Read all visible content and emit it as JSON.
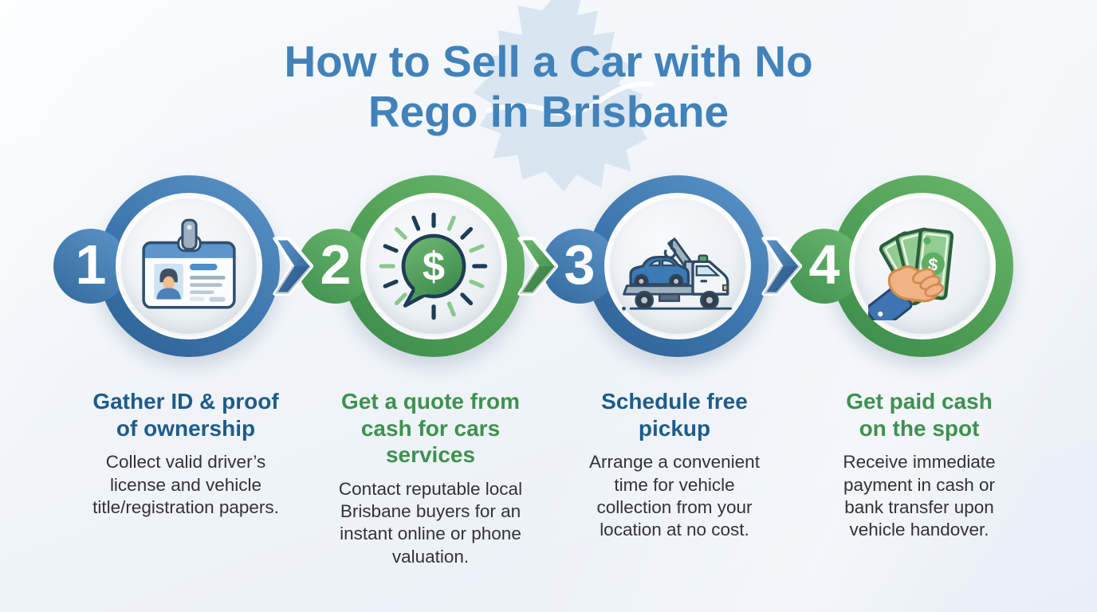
{
  "title": "How to Sell a Car with No Rego in Brisbane",
  "colors": {
    "title_blue": "#4282ba",
    "step_blue": "#3c76ac",
    "step_green": "#4f9e55",
    "heading_blue": "#1d5c8c",
    "heading_green": "#3e9150",
    "body_text": "#333333",
    "background": "#eef3f8",
    "map_silhouette": "#d9e5f0"
  },
  "steps": [
    {
      "number": "1",
      "accent": "blue",
      "icon": "id-card-icon",
      "title": "Gather ID & proof of ownership",
      "description": "Collect valid driver’s license and vehicle title/registration papers."
    },
    {
      "number": "2",
      "accent": "green",
      "icon": "dollar-quote-bubble-icon",
      "title": "Get a quote from cash for cars services",
      "description": "Contact reputable local Brisbane buyers for an instant online or phone valuation."
    },
    {
      "number": "3",
      "accent": "blue",
      "icon": "tow-truck-icon",
      "title": "Schedule free pickup",
      "description": "Arrange a convenient time for vehicle collection from your location at no cost."
    },
    {
      "number": "4",
      "accent": "green",
      "icon": "cash-in-hand-icon",
      "title": "Get paid cash on the spot",
      "description": "Receive immediate payment in cash or bank transfer upon vehicle handover."
    }
  ],
  "arrows": [
    {
      "between": "1-2",
      "color": "blue"
    },
    {
      "between": "2-3",
      "color": "green"
    },
    {
      "between": "3-4",
      "color": "blue"
    }
  ]
}
